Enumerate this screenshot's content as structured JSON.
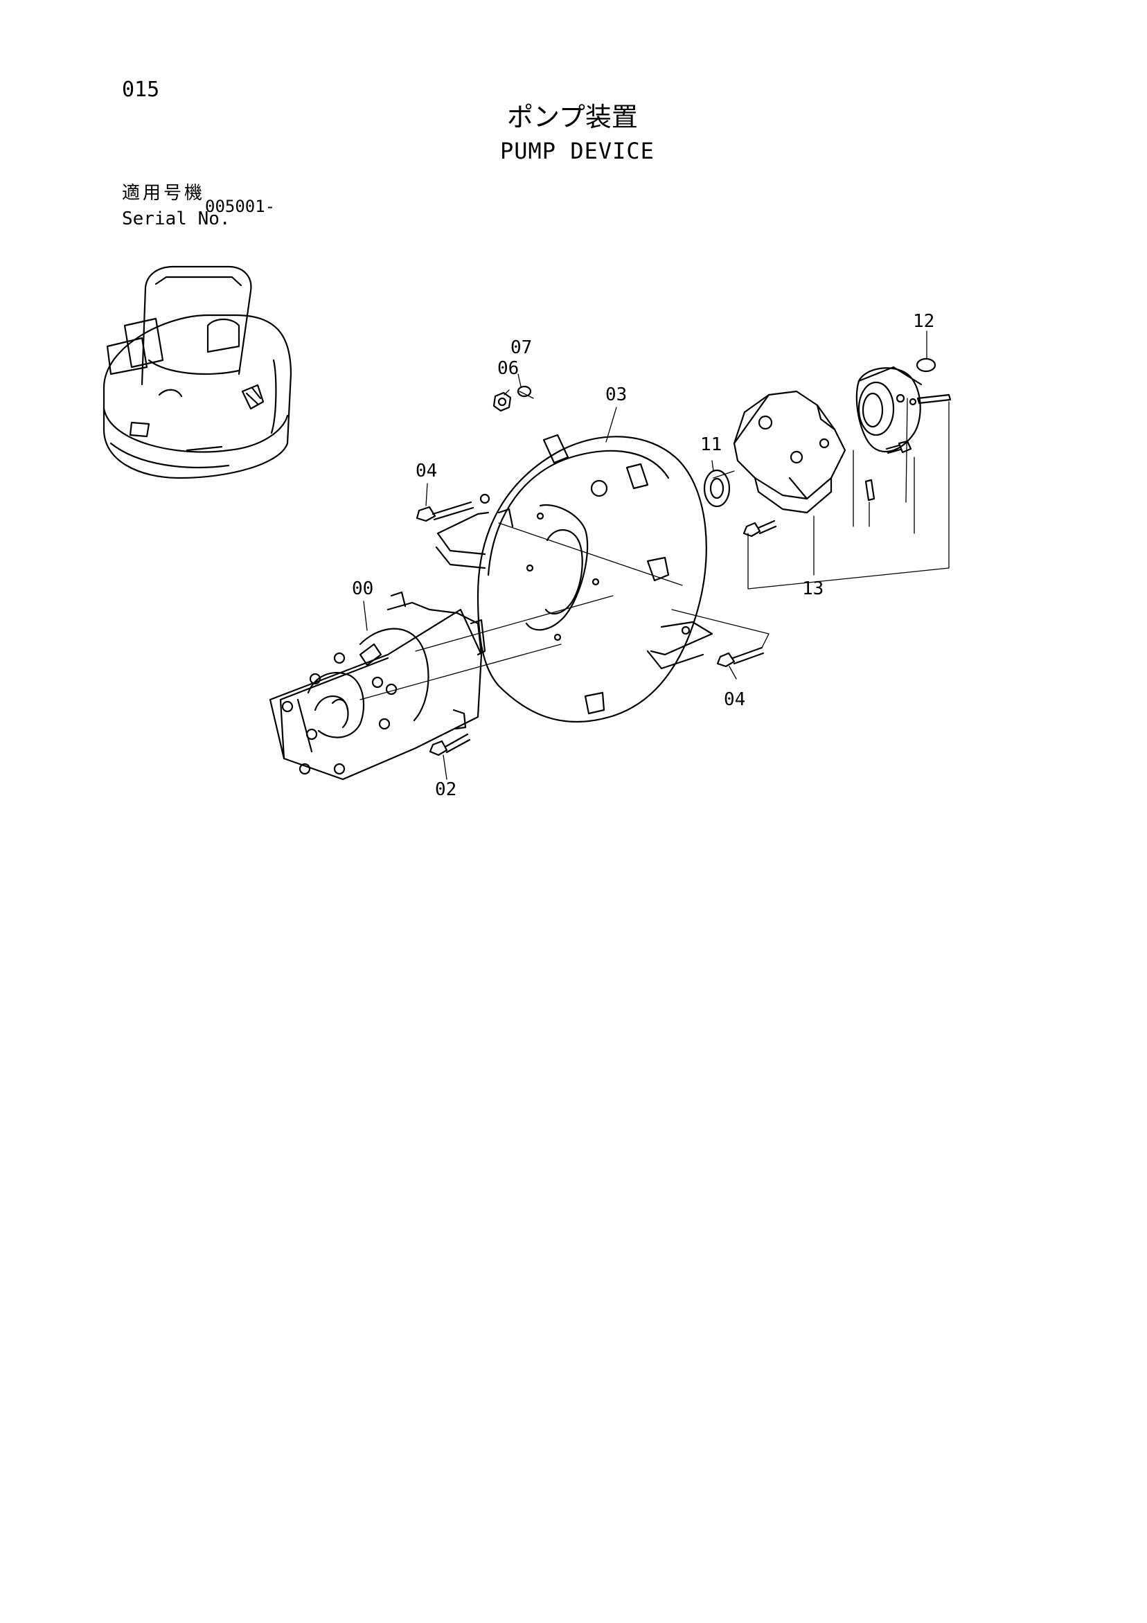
{
  "page_number": "015",
  "title_ja": "ポンプ装置",
  "title_en": "PUMP DEVICE",
  "serial": {
    "label_ja": "適用号機",
    "label_en": "Serial No.",
    "value": "005001-"
  },
  "callouts": [
    "00",
    "02",
    "03",
    "04",
    "04",
    "06",
    "07",
    "11",
    "12",
    "13"
  ]
}
